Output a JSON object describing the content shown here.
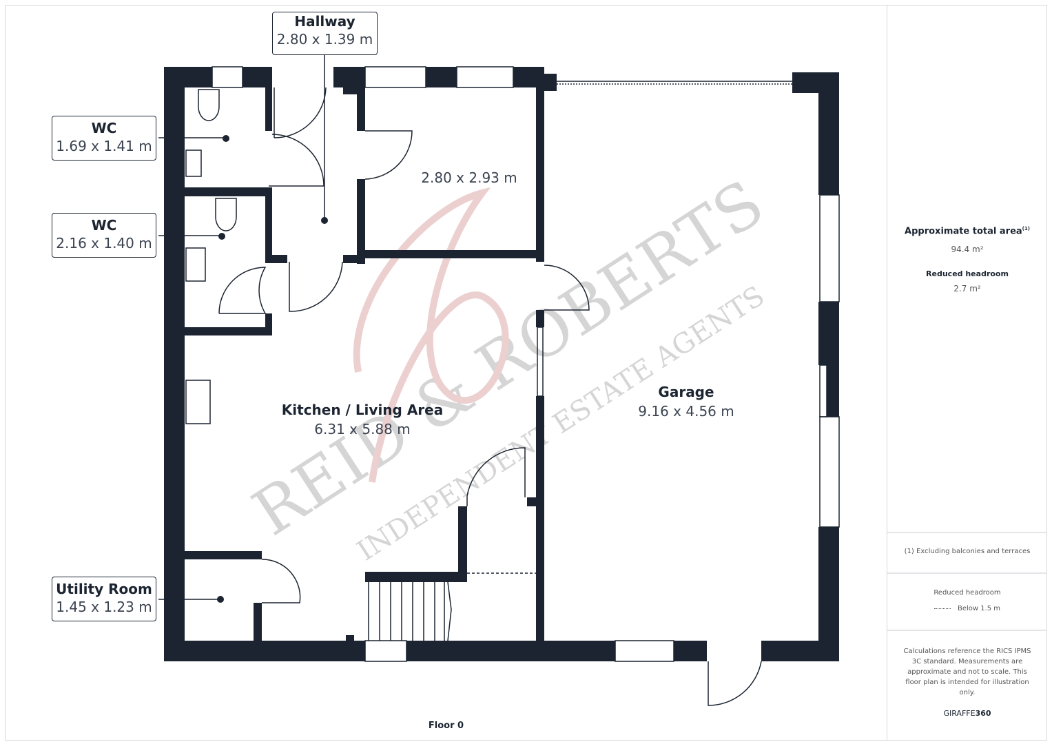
{
  "plan": {
    "floor_label": "Floor 0",
    "wall_color": "#1b2430",
    "rooms": {
      "hallway": {
        "name": "Hallway",
        "dims": "2.80 x 1.39 m"
      },
      "wc1": {
        "name": "WC",
        "dims": "1.69 x 1.41 m"
      },
      "wc2": {
        "name": "WC",
        "dims": "2.16 x 1.40 m"
      },
      "bedroom": {
        "dims": "2.80 x 2.93 m"
      },
      "kitchen": {
        "name": "Kitchen / Living Area",
        "dims": "6.31 x 5.88 m"
      },
      "garage": {
        "name": "Garage",
        "dims": "9.16 x 4.56 m"
      },
      "utility": {
        "name": "Utility Room",
        "dims": "1.45 x 1.23 m"
      }
    }
  },
  "watermark": {
    "brand": "REID & ROBERTS",
    "tagline": "INDEPENDENT ESTATE AGENTS"
  },
  "panel": {
    "total_area_label": "Approximate total area",
    "total_area_note": "(1)",
    "total_area_value": "94.4 m²",
    "reduced_headroom_label": "Reduced headroom",
    "reduced_headroom_value": "2.7 m²",
    "footnote": "(1) Excluding balconies and terraces",
    "legend_title": "Reduced headroom",
    "legend_item": "Below 1.5 m",
    "disclaimer": "Calculations reference the RICS IPMS 3C standard. Measurements are approximate and not to scale. This floor plan is intended for illustration only.",
    "brand_a": "GIRAFFE",
    "brand_b": "360"
  }
}
